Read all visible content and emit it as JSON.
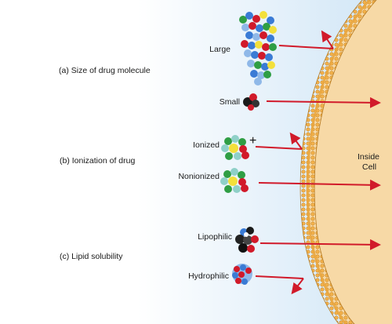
{
  "labels": {
    "size": "(a) Size of drug molecule",
    "ionization": "(b) Ionization of drug",
    "lipid": "(c) Lipid solubility",
    "large": "Large",
    "small": "Small",
    "ionized": "Ionized",
    "nonionized": "Nonionized",
    "lipophilic": "Lipophilic",
    "hydrophilic": "Hydrophilic",
    "inside_cell_line1": "Inside",
    "inside_cell_line2": "Cell",
    "charge": "+"
  },
  "colors": {
    "arrow": "#d11a2a",
    "membrane": "#f2b04a",
    "cell_interior": "#f7d9a6",
    "extracellular": "#cfe5f6"
  },
  "icons": [
    "large-molecule-icon",
    "small-molecule-icon",
    "ionized-molecule-icon",
    "nonionized-molecule-icon",
    "lipophilic-molecule-icon",
    "hydrophilic-molecule-icon"
  ]
}
